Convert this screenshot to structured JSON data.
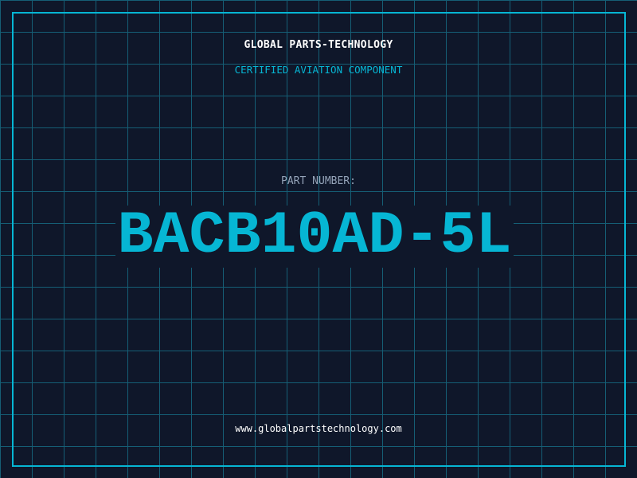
{
  "header": {
    "title": "GLOBAL PARTS-TECHNOLOGY",
    "subtitle": "CERTIFIED AVIATION COMPONENT"
  },
  "part": {
    "label": "PART NUMBER:",
    "number": "BACB10AD-5L"
  },
  "footer": {
    "url": "www.globalpartstechnology.com"
  },
  "colors": {
    "background": "#0f172a",
    "accent": "#06b6d4",
    "grid": "#155e75"
  }
}
